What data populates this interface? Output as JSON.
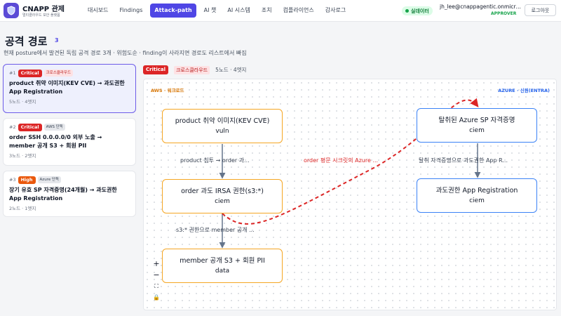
{
  "header": {
    "brand_title": "CNAPP 관제",
    "brand_subtitle": "멀티클라우드 보안 플랫폼",
    "nav": [
      "대시보드",
      "Findings",
      "Attack-path",
      "AI 챗",
      "AI 시스템",
      "조치",
      "컴플라이언스",
      "감사로그"
    ],
    "active_nav": "Attack-path",
    "live_badge": "실데이터",
    "user_email": "jh_lee@cnappagentic.onmicrosoft.com",
    "user_role": "APPROVER",
    "logout_label": "로그아웃"
  },
  "page": {
    "title": "공격 경로",
    "count": "3",
    "description": "현재 posture에서 발견된 독립 공격 경로 3개 · 위험도순 · finding이 사라지면 경로도 리스트에서 빠짐"
  },
  "paths": [
    {
      "num": "#1",
      "severity": "Critical",
      "scope": "크로스클라우드",
      "title": "product 취약 이미지(KEV CVE) → 과도권한 App Registration",
      "meta": "5노드 · 4엣지"
    },
    {
      "num": "#2",
      "severity": "Critical",
      "scope": "AWS 단독",
      "title": "order SSH 0.0.0.0/0 외부 노출 → member 공개 S3 + 회원 PII",
      "meta": "3노드 · 2엣지"
    },
    {
      "num": "#3",
      "severity": "High",
      "scope": "Azure 단독",
      "title": "장기 유효 SP 자격증명(24개월) → 과도권한 App Registration",
      "meta": "2노드 · 1엣지"
    }
  ],
  "detail": {
    "severity": "Critical",
    "scope": "크로스클라우드",
    "meta": "5노드 · 4엣지",
    "zone_aws": "AWS · 워크로드",
    "zone_azure": "AZURE · 신원(ENTRA)",
    "nodes": [
      {
        "label": "product 취약 이미지(KEV CVE)",
        "type": "vuln"
      },
      {
        "label": "order 과도 IRSA 권한(s3:*)",
        "type": "ciem"
      },
      {
        "label": "member 공개 S3 + 회원 PII",
        "type": "data"
      },
      {
        "label": "탈취된 Azure SP 자격증명",
        "type": "ciem"
      },
      {
        "label": "과도권한 App Registration",
        "type": "ciem"
      }
    ],
    "edges": [
      {
        "label": "product 침투 → order 과..."
      },
      {
        "label": "s3:* 권한으로 member 공개 ..."
      },
      {
        "label": "order 평문 시크릿의 Azure ..."
      },
      {
        "label": "탈취 자격증명으로 과도권한 App R..."
      }
    ],
    "controls": [
      "+",
      "−",
      "⛶",
      "🔒"
    ]
  },
  "colors": {
    "accent": "#4f46e5",
    "critical": "#dc2626",
    "high": "#ea580c",
    "aws": "#f5a623",
    "azure": "#3b82f6",
    "cross_edge": "#dc2626"
  }
}
